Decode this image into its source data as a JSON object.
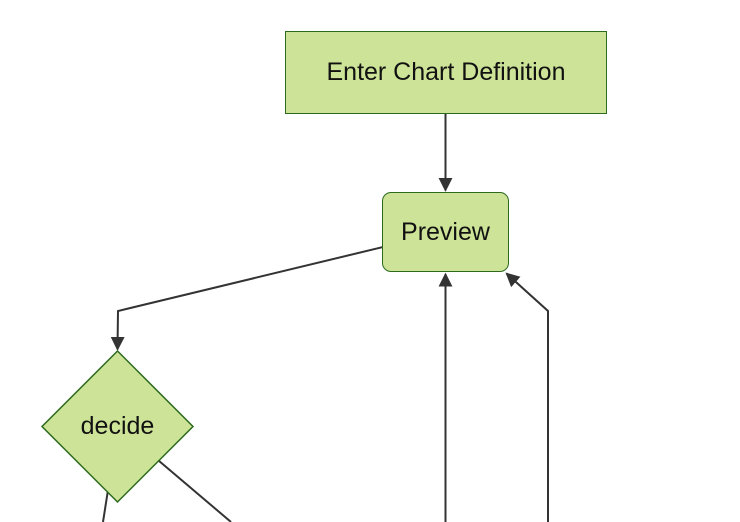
{
  "diagram": {
    "type": "flowchart",
    "orientation": "top-down",
    "nodes": [
      {
        "id": "enter-chart-definition",
        "label": "Enter Chart Definition",
        "shape": "rectangle"
      },
      {
        "id": "preview",
        "label": "Preview",
        "shape": "rounded-rectangle"
      },
      {
        "id": "decide",
        "label": "decide",
        "shape": "diamond"
      }
    ],
    "edges": [
      {
        "from": "enter-chart-definition",
        "to": "preview",
        "arrow": true
      },
      {
        "from": "preview",
        "to": "decide",
        "arrow": true
      },
      {
        "from": "offscreen-bottom-center",
        "to": "preview",
        "arrow": true
      },
      {
        "from": "offscreen-bottom-right",
        "to": "preview",
        "arrow": true
      },
      {
        "from": "decide",
        "to": "offscreen-bottom-left",
        "arrow": false
      },
      {
        "from": "decide",
        "to": "offscreen-bottom-right",
        "arrow": false
      }
    ],
    "colors": {
      "background": "#ffffff",
      "node_fill": "#cde498",
      "node_border": "#2d6a1c",
      "edge": "#333333",
      "label": "#111111"
    }
  }
}
